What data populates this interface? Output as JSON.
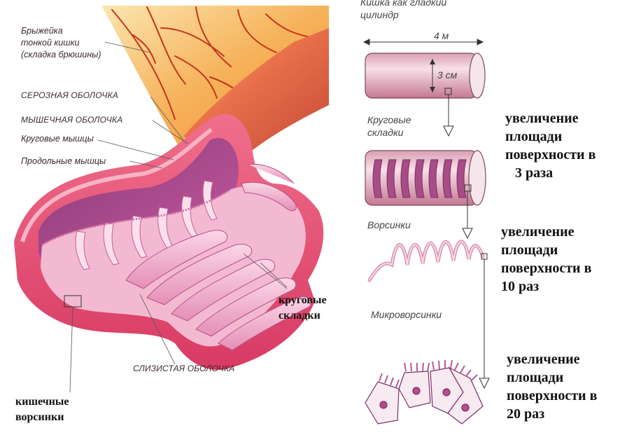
{
  "left_labels": {
    "mesentery": [
      "Брыжейка",
      "тонкой кишки",
      "(складка брюшины)"
    ],
    "serous": "СЕРОЗНАЯ ОБОЛОЧКА",
    "muscular": "МЫШЕЧНАЯ ОБОЛОЧКА",
    "circular_muscles": "Круговые мышцы",
    "longitudinal_muscles": "Продольные мышцы",
    "circular_folds": [
      "круговые",
      "складки"
    ],
    "mucosa": "СЛИЗИСТАЯ ОБОЛОЧКА",
    "villi": [
      "кишечные",
      "ворсинки"
    ]
  },
  "right_labels": {
    "cylinder": [
      "Кишка как гладкий",
      "цилиндр"
    ],
    "length": "4 м",
    "diameter": "3 см",
    "folds": [
      "Круговые",
      "складки"
    ],
    "villi": "Ворсинки",
    "microvilli": "Микроворсинки"
  },
  "notes": [
    [
      "увеличение",
      "площади",
      "поверхности в",
      "3 раза"
    ],
    [
      "увеличение",
      "площади",
      "поверхности в",
      "10 раз"
    ],
    [
      "увеличение",
      "площади",
      "поверхности в",
      "20 раз"
    ]
  ],
  "colors": {
    "outer": "#e0506e",
    "serosa": "#f07a94",
    "mucosa": "#f2a8c4",
    "fold": "#e88fb2",
    "mesentery_bg": "#f8b05a",
    "vessel": "#c8331e",
    "ink": "#2a2a2a"
  }
}
